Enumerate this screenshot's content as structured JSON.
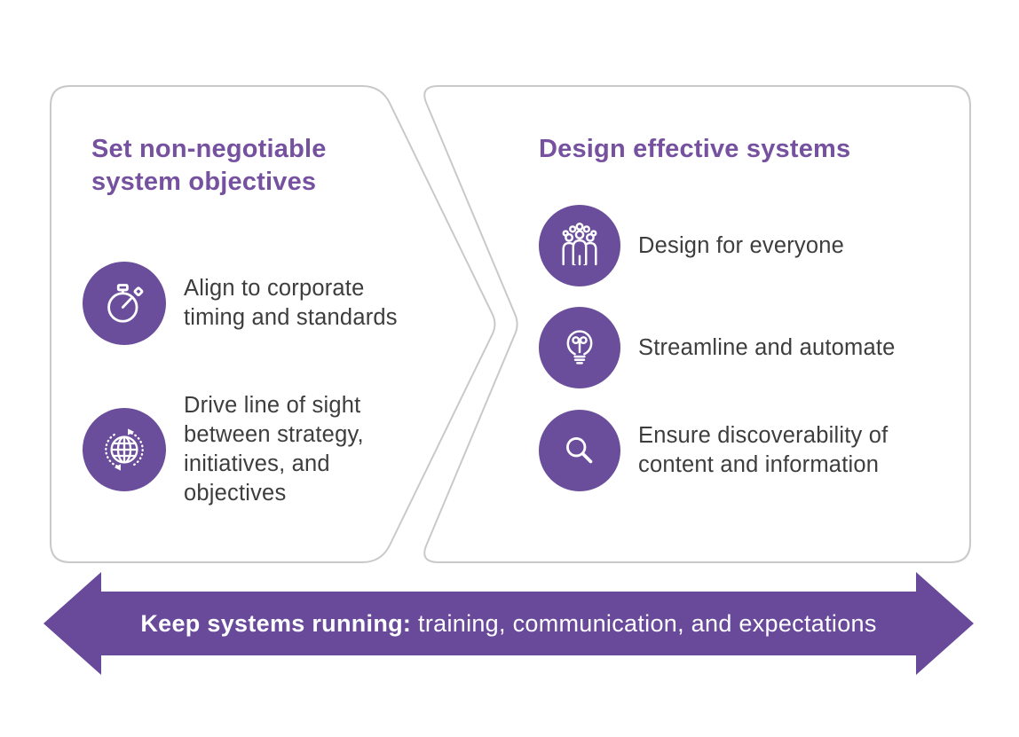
{
  "left_panel": {
    "title": "Set non-negotiable\nsystem objectives",
    "items": [
      {
        "icon": "stopwatch-icon",
        "text": "Align to corporate\ntiming and standards"
      },
      {
        "icon": "globe-icon",
        "text": "Drive line of sight\nbetween strategy,\ninitiatives, and\nobjectives"
      }
    ]
  },
  "right_panel": {
    "title": "Design effective systems",
    "items": [
      {
        "icon": "people-icon",
        "text": "Design for everyone"
      },
      {
        "icon": "lightbulb-icon",
        "text": "Streamline and automate"
      },
      {
        "icon": "magnifier-icon",
        "text": "Ensure discoverability of\ncontent and information"
      }
    ]
  },
  "banner": {
    "bold": "Keep systems running:",
    "rest": " training, communication, and expectations"
  },
  "colors": {
    "title_purple": "#75519f",
    "icon_circle_purple": "#6b4e9b",
    "arrow_purple": "#68499a",
    "panel_border": "#c9c9c9",
    "body_text": "#3d3d3d",
    "banner_text": "#ffffff"
  }
}
